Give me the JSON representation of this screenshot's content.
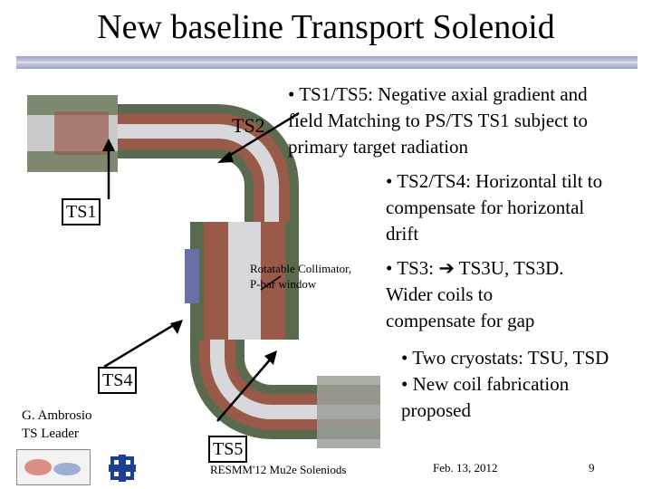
{
  "slide": {
    "title": "New baseline Transport Solenoid"
  },
  "figure": {
    "label_ts1": "TS1",
    "label_ts2": "TS2",
    "label_ts4": "TS4",
    "label_ts5": "TS5",
    "collimator_line1": "Rotatable Collimator,",
    "collimator_line2": "P-bar window",
    "colors": {
      "coil": "#9a5a4a",
      "structure": "#5a6a4e",
      "beam": "#d8d8dc",
      "cryostat": "#9aa096"
    }
  },
  "author": {
    "name": "G. Ambrosio",
    "role": "TS Leader"
  },
  "bullets": [
    {
      "lines": [
        "• TS1/TS5: Negative axial gradient and",
        "field Matching to PS/TS  TS1 subject to",
        "primary target radiation"
      ]
    },
    {
      "lines": [
        "• TS2/TS4: Horizontal tilt to",
        "compensate for horizontal",
        "drift"
      ]
    },
    {
      "lines": [
        "• TS3:  ➔ TS3U, TS3D.",
        "Wider coils to",
        "compensate for gap"
      ]
    },
    {
      "lines": [
        "• Two cryostats: TSU, TSD",
        "• New coil fabrication",
        "proposed"
      ]
    }
  ],
  "footer": {
    "event": "RESMM'12  Mu2e Soleniods",
    "date": "Feb. 13, 2012",
    "page": "9"
  }
}
